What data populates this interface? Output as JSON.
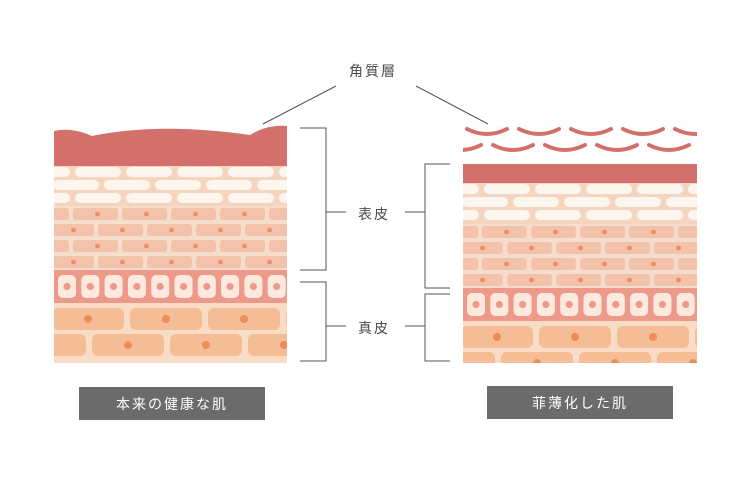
{
  "labels": {
    "stratum_corneum": "角質層",
    "epidermis": "表皮",
    "dermis": "真皮"
  },
  "captions": {
    "healthy": "本来の健康な肌",
    "thin": "菲薄化した肌"
  },
  "colors": {
    "corneum": "#d4706b",
    "flat_cell_band": "#f3d5c0",
    "flat_cell": "#fdf6ef",
    "brick_band": "#f6dccb",
    "brick_cell": "#f3c2aa",
    "nucleus": "#e98f6c",
    "basal_band": "#ee9a8a",
    "basal_cell": "#fde9de",
    "dermis_band": "#f9dcc6",
    "dermis_cell": "#f5bd96",
    "dermis_nucleus": "#ee8c5a",
    "line": "#555555",
    "caption_bg": "#6b6b6b"
  }
}
